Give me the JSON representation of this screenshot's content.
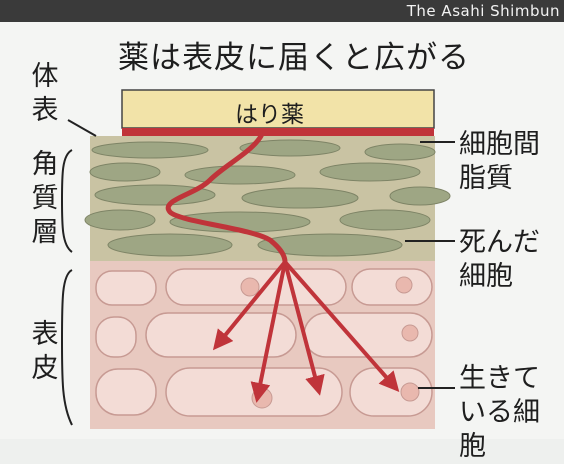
{
  "credit": "The Asahi Shimbun",
  "title": "薬は表皮に届くと広がる",
  "labels": {
    "body_surface": "体表",
    "stratum_corneum": "角質層",
    "epidermis": "表皮",
    "patch": "はり薬",
    "intercellular_lipid_line1": "細胞間",
    "intercellular_lipid_line2": "脂質",
    "dead_cells_line1": "死んだ",
    "dead_cells_line2": "細胞",
    "living_cells_line1": "生きて",
    "living_cells_line2": "いる細胞"
  },
  "colors": {
    "patch": "#f2e3a8",
    "drug_path": "#c0343a",
    "dead_cell": "#9ea684",
    "lipid": "#c9c3a3",
    "living_cell": "#f3dcd6",
    "living_bg": "#e8c9c0"
  }
}
